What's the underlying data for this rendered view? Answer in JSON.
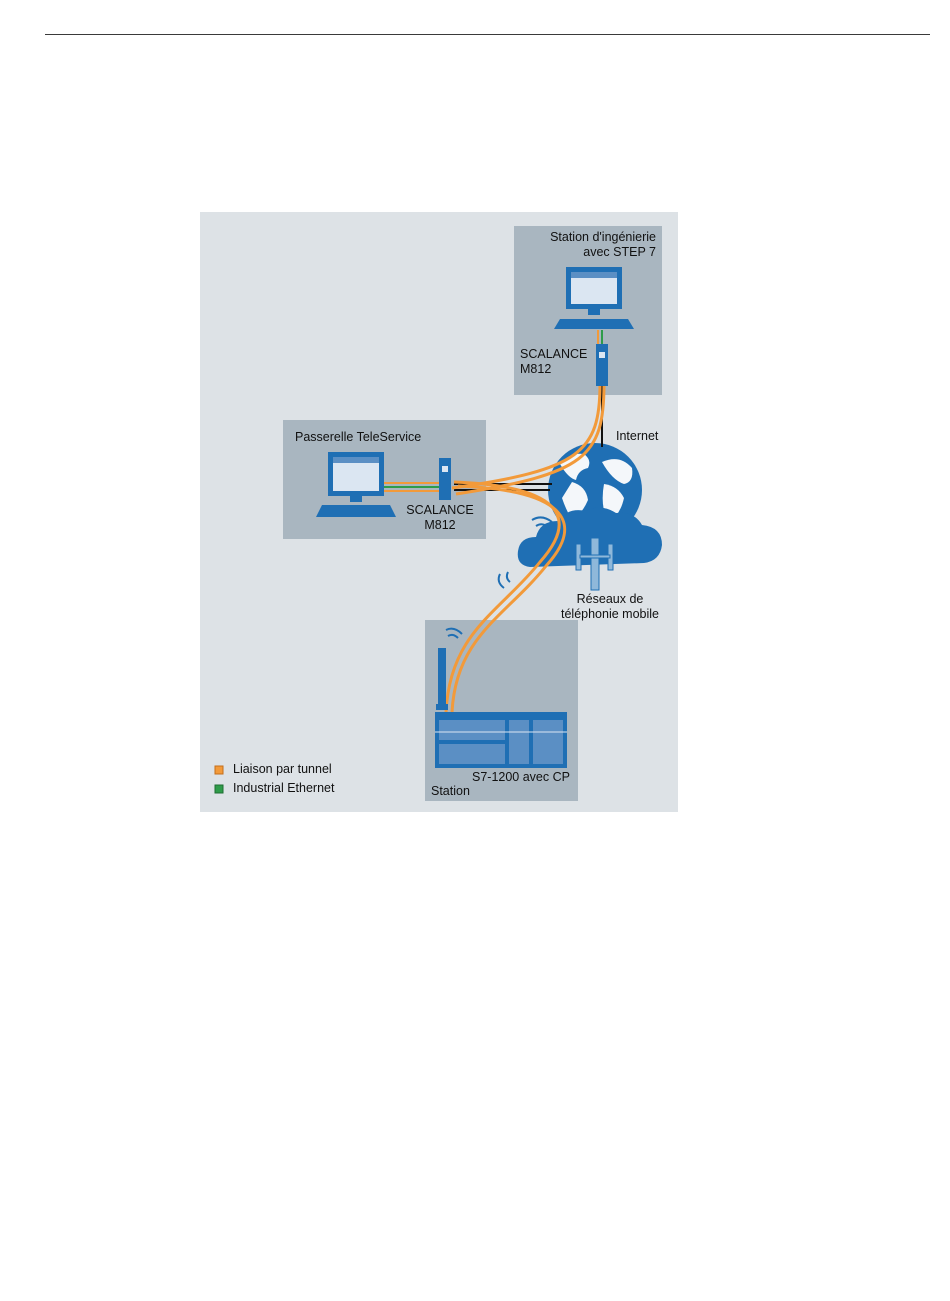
{
  "colors": {
    "background": "#dde2e6",
    "box": "#a9b6c0",
    "tunnel": "#f29a3a",
    "ethernet": "#2e9c4a",
    "device_blue": "#1f6fb4"
  },
  "diagram": {
    "engineering_station": {
      "title_line1": "Station d'ingénierie",
      "title_line2": "avec STEP 7",
      "router_line1": "SCALANCE",
      "router_line2": "M812"
    },
    "gateway": {
      "title": "Passerelle TeleService",
      "router_line1": "SCALANCE",
      "router_line2": "M812"
    },
    "internet_label": "Internet",
    "mobile_network_line1": "Réseaux de",
    "mobile_network_line2": "téléphonie mobile",
    "plant_station": {
      "plc_label": "S7-1200 avec CP",
      "station_label": "Station"
    },
    "legend": {
      "tunnel": "Liaison par tunnel",
      "ethernet": "Industrial Ethernet"
    }
  },
  "icons": [
    "computer-icon",
    "router-icon",
    "globe-icon",
    "cloud-icon",
    "antenna-icon",
    "plc-icon",
    "wireless-icon"
  ]
}
